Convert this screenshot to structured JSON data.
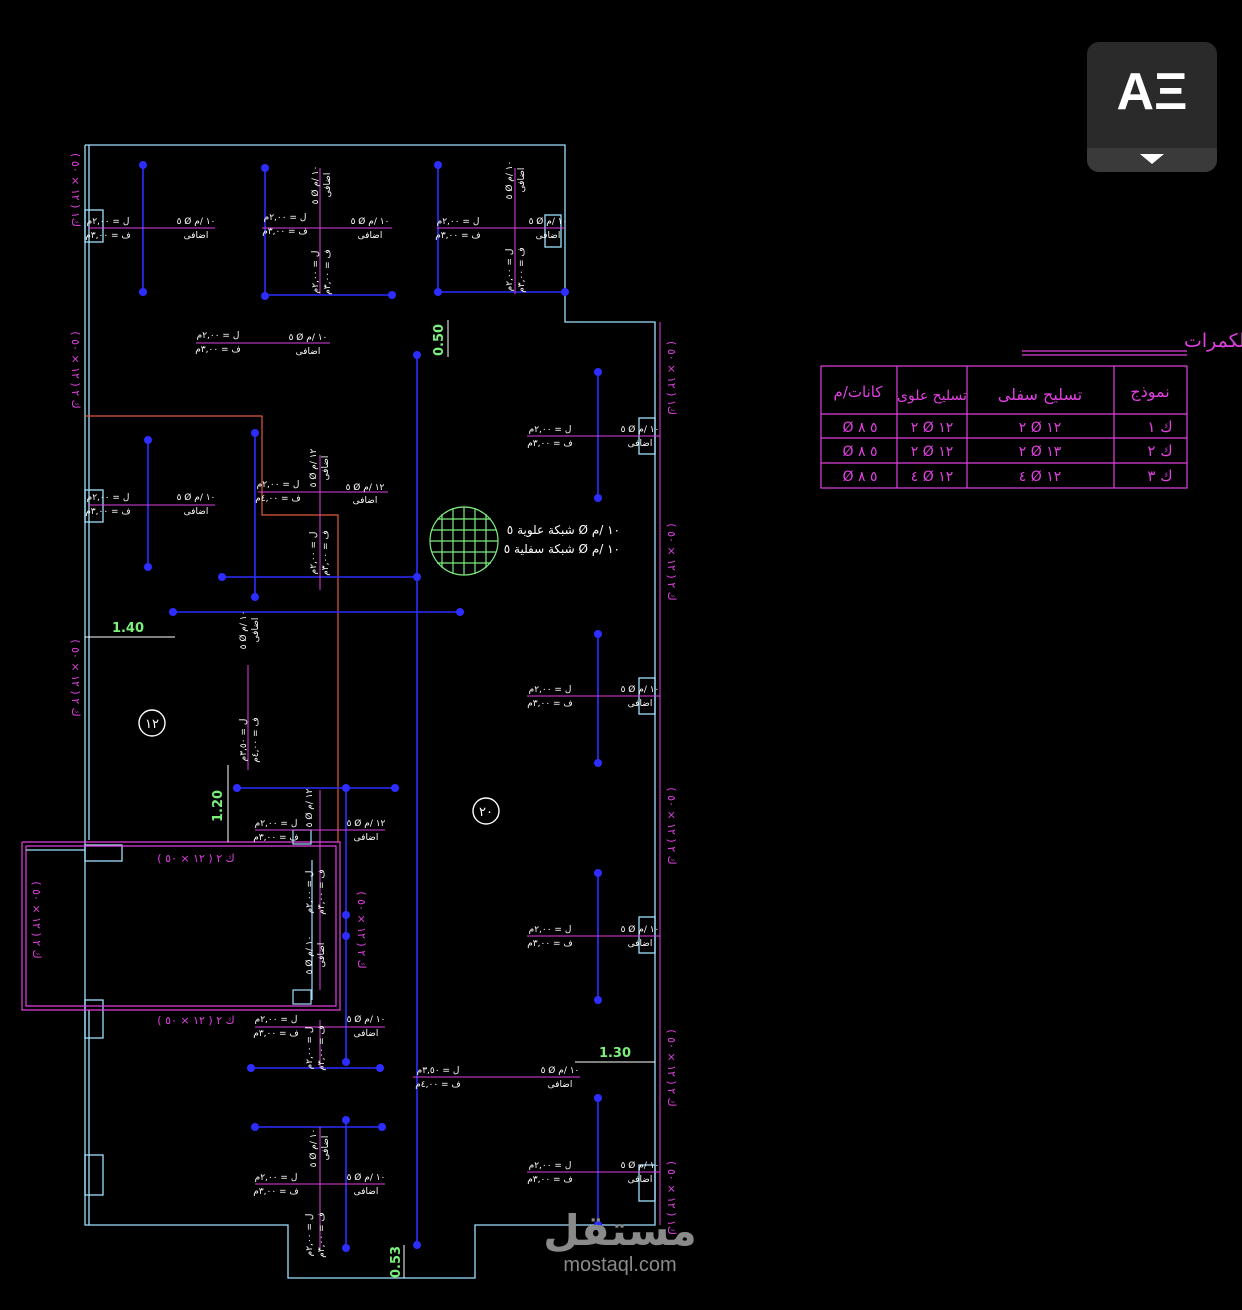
{
  "translate_button": {
    "label": "AΞ"
  },
  "watermark": {
    "arabic": "مستقل",
    "latin": "mostaql.com"
  },
  "table": {
    "title": "جدول تسليح الكمرات",
    "headers": [
      "نموذج",
      "تسليح سفلى",
      "تسليح علوى",
      "كانات/م"
    ],
    "rows": [
      [
        "ك ١",
        "٢ Ø ١٢",
        "٢ Ø ١٢",
        "Ø ٥ ٨"
      ],
      [
        "ك ٢",
        "٢ Ø ١٣",
        "٢ Ø ١٢",
        "Ø ٥ ٨"
      ],
      [
        "ك ٣",
        "٤ Ø ١٢",
        "٤ Ø ١٢",
        "Ø ٥ ٨"
      ]
    ]
  },
  "plan": {
    "slab_numbers": [
      "١٢",
      "٢٠"
    ],
    "mesh_top": "شبكة علوية ٥ Ø ١٠ /م",
    "mesh_bottom": "شبكة سفلية ٥ Ø ١٠ /م",
    "dimensions": [
      "0.50",
      "1.40",
      "1.20",
      "1.30",
      "0.53"
    ],
    "beam_labels": {
      "b1": "ك١ ( ١٢ × ٥٠ )",
      "b2": "ك ٢ ( ١٢ × ٥٠ )",
      "b3": "ك٣ ( ١٢ × ٥٠ )",
      "b4": "ك ٢ ( ١٢ × ٥٠ )",
      "b5": "ك ٢ ( ١٢ × ٥٠ )"
    },
    "bar_length": "ل = ٢,٠٠م",
    "bar_spacing": "ف = ٣,٠٠م",
    "rebar_spec": "٥ Ø ١٠ /م",
    "rebar_spec2": "٥ Ø ١٢ /م",
    "extra": "اضافى",
    "bar_length_b": "ل = ٣,٥٠م",
    "bar_spacing_b": "ف = ٤,٠٠م"
  }
}
